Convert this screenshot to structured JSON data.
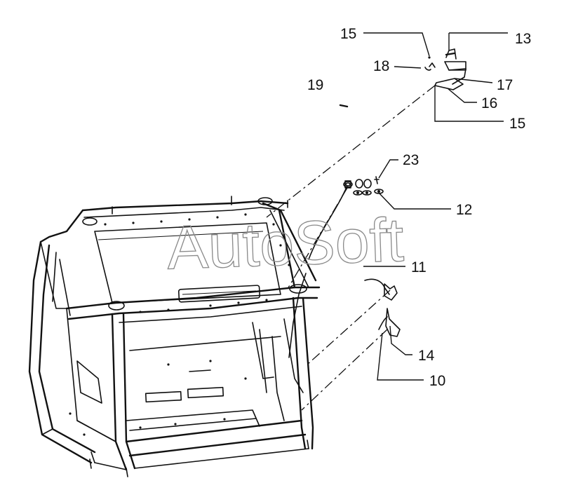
{
  "watermark": "AutoSoft",
  "callouts": {
    "c10": "10",
    "c11": "11",
    "c12": "12",
    "c13": "13",
    "c14": "14",
    "c15a": "15",
    "c15b": "15",
    "c16": "16",
    "c17": "17",
    "c18": "18",
    "c19": "19",
    "c23": "23"
  },
  "colors": {
    "ink": "#111111",
    "watermark": "#8a8a8a",
    "background": "#ffffff"
  }
}
